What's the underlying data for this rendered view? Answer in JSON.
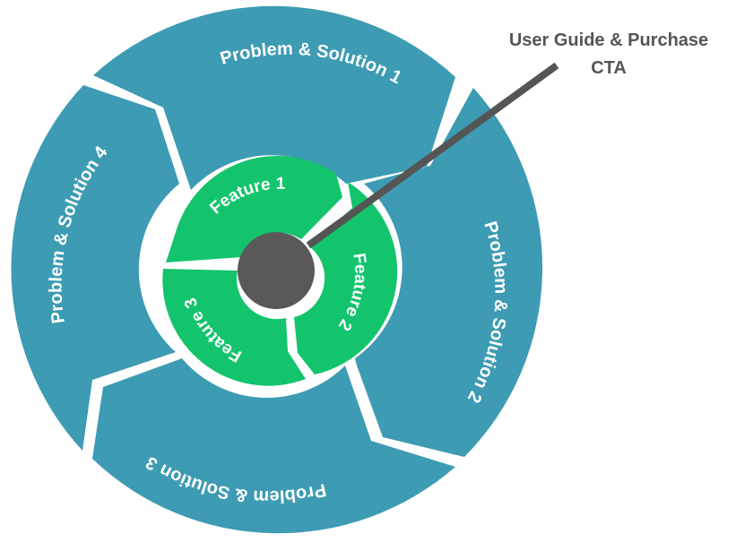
{
  "colors": {
    "outer": "#3d9bb3",
    "inner": "#13c46d",
    "hub": "#595959",
    "pointer": "#555555",
    "callout_text": "#555555"
  },
  "callout": {
    "line1": "User Guide & Purchase",
    "line2": "CTA"
  },
  "outer_segments": [
    {
      "label": "Problem & Solution 1"
    },
    {
      "label": "Problem & Solution 2"
    },
    {
      "label": "Problem & Solution 3"
    },
    {
      "label": "Problem & Solution 4"
    }
  ],
  "inner_segments": [
    {
      "label": "Feature 1"
    },
    {
      "label": "Feature 2"
    },
    {
      "label": "Feature 3"
    }
  ]
}
